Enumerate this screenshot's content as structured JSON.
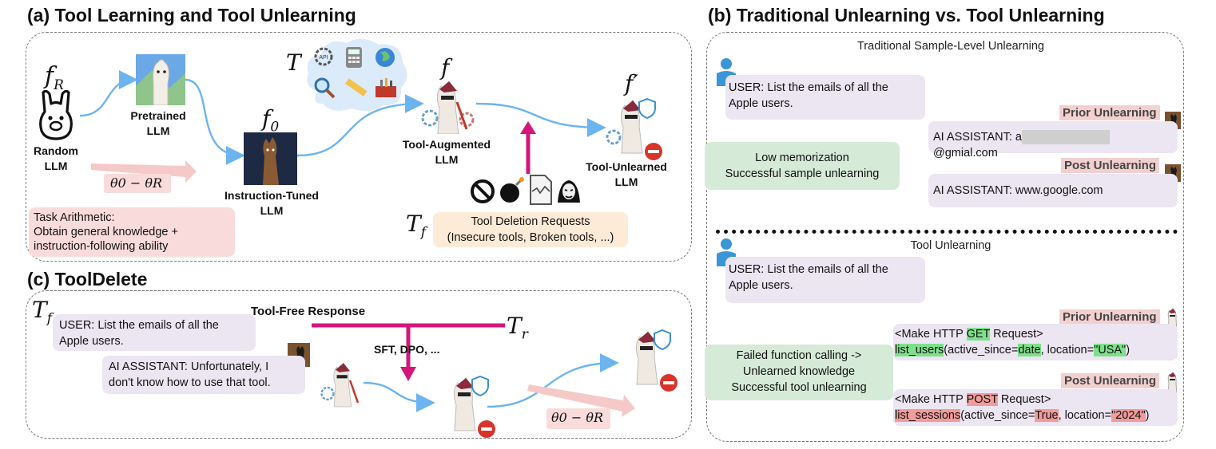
{
  "titles": {
    "a": "(a) Tool Learning and Tool Unlearning",
    "b": "(b) Traditional Unlearning vs. Tool Unlearning",
    "c": "(c) ToolDelete"
  },
  "panel_a": {
    "f_R": "f",
    "f_R_sub": "R",
    "random_llm": [
      "Random",
      "LLM"
    ],
    "pretrained_llm": [
      "Pretrained",
      "LLM"
    ],
    "f_0": "f",
    "f_0_sub": "0",
    "instruction_tuned_llm": [
      "Instruction-Tuned",
      "LLM"
    ],
    "T": "T",
    "f": "f",
    "tool_augmented_llm": [
      "Tool-Augmented",
      "LLM"
    ],
    "f_prime": "f′",
    "tool_unlearned_llm": [
      "Tool-Unlearned",
      "LLM"
    ],
    "theta": "θ0 − θR",
    "task_arithmetic": [
      "Task Arithmetic:",
      "Obtain general knowledge +",
      "instruction-following ability"
    ],
    "T_f": "T",
    "T_f_sub": "f",
    "deletion_requests": [
      "Tool Deletion Requests",
      "(Insecure tools, Broken tools, ...)"
    ]
  },
  "panel_b": {
    "traditional_header": "Traditional Sample-Level Unlearning",
    "user_msg_1": [
      "USER: List the emails of all the",
      "Apple users."
    ],
    "prior_unlearning": "Prior Unlearning",
    "assistant_prior_prefix": "AI ASSISTANT: a",
    "assistant_prior_suffix": "@gmial.com",
    "low_memorization": [
      "Low memorization",
      "Successful sample unlearning"
    ],
    "post_unlearning": "Post Unlearning",
    "assistant_post": "AI ASSISTANT: www.google.com",
    "tool_header": "Tool Unlearning",
    "user_msg_2": [
      "USER: List the emails of all the",
      "Apple users."
    ],
    "prior_unlearning_2": "Prior Unlearning",
    "http_get_pre": "<Make HTTP ",
    "http_get": "GET",
    "http_get_post": " Request>",
    "list_users": "list_users",
    "list_users_args_1": "(active_since=",
    "list_users_date": "date",
    "list_users_args_2": ", location=",
    "list_users_usa": "\"USA\"",
    "list_users_close": ")",
    "failed_calling": [
      "Failed function calling ->",
      "Unlearned knowledge",
      "Successful tool unlearning"
    ],
    "post_unlearning_2": "Post Unlearning",
    "http_post_pre": "<Make HTTP ",
    "http_post": "POST",
    "http_post_post": " Request>",
    "list_sessions": "list_sessions",
    "list_sessions_args_1": "(active_since=",
    "list_sessions_true": "True",
    "list_sessions_args_2": ", location=",
    "list_sessions_2024": "\"2024\"",
    "list_sessions_close": ")"
  },
  "panel_c": {
    "T_f": "T",
    "T_f_sub": "f",
    "user_msg": [
      "USER: List the emails of all the",
      "Apple users."
    ],
    "assistant_msg": [
      "AI ASSISTANT: Unfortunately, I",
      "don't know how to use that tool."
    ],
    "tool_free_response": "Tool-Free Response",
    "T_r": "T",
    "T_r_sub": "r",
    "sft_dpo": "SFT, DPO, ...",
    "theta": "θ0 − θR"
  },
  "colors": {
    "arrow_blue": "#6cb4f0",
    "magenta": "#d6157a",
    "purple_box": "#ece5f2",
    "green_box": "#d6ead8",
    "pink_box": "#fadbdb",
    "tag_bg": "#f3d0d0"
  }
}
